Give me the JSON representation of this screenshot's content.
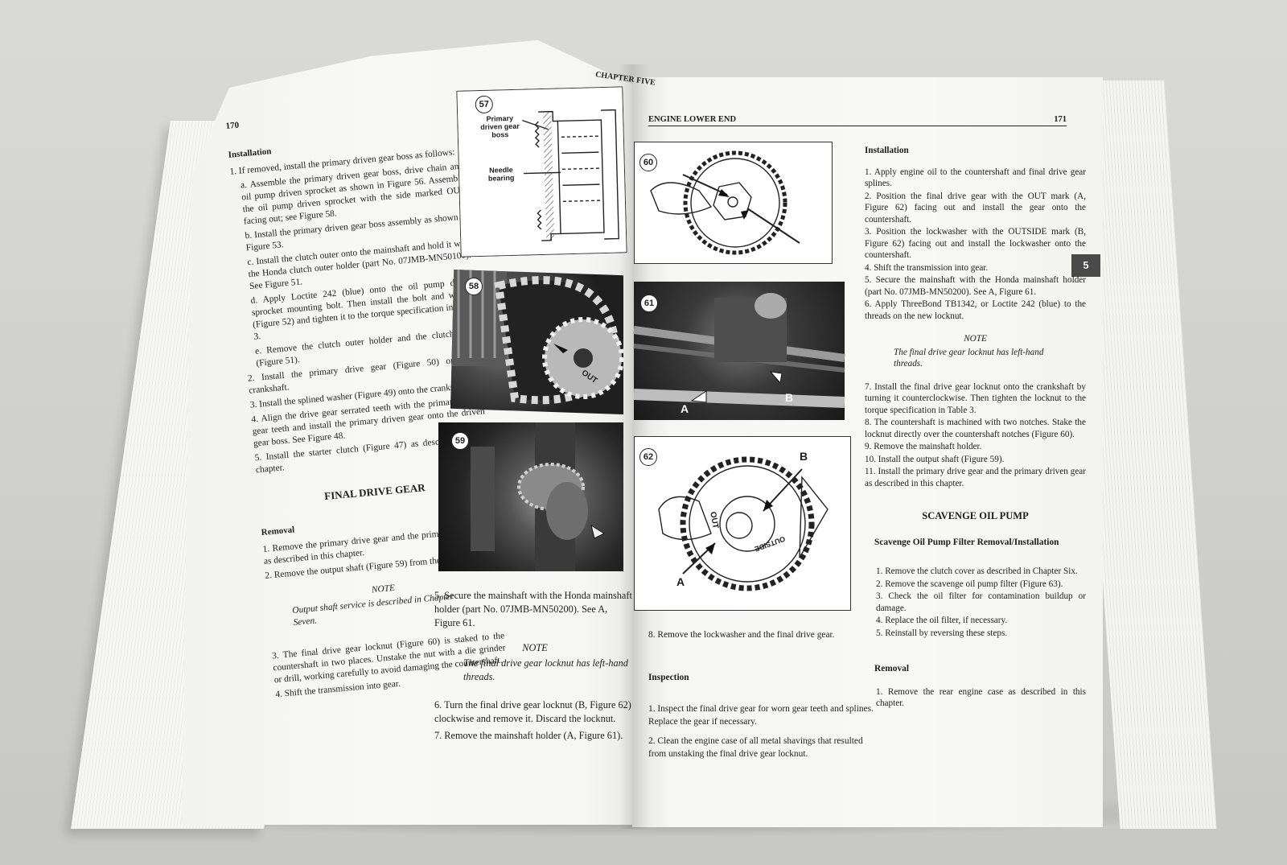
{
  "left_page": {
    "page_number": "170",
    "chapter_header": "CHAPTER FIVE",
    "installation_heading": "Installation",
    "steps_top": [
      "1. If removed, install the primary driven gear boss as follows:",
      "a. Assemble the primary driven gear boss, drive chain and oil pump driven sprocket as shown in Figure 56. Assemble the oil pump driven sprocket with the side marked OUT facing out; see Figure 58.",
      "b. Install the primary driven gear boss assembly as shown in Figure 53.",
      "c. Install the clutch outer onto the mainshaft and hold it with the Honda clutch outer holder (part No. 07JMB-MN50100). See Figure 51.",
      "d. Apply Loctite 242 (blue) onto the oil pump driven sprocket mounting bolt. Then install the bolt and washer (Figure 52) and tighten it to the torque specification in Table 3.",
      "e. Remove the clutch outer holder and the clutch outer (Figure 51).",
      "2. Install the primary drive gear (Figure 50) onto the crankshaft.",
      "3. Install the splined washer (Figure 49) onto the crankshaft.",
      "4. Align the drive gear serrated teeth with the primary driven gear teeth and install the primary driven gear onto the driven gear boss. See Figure 48.",
      "5. Install the starter clutch (Figure 47) as described in this chapter."
    ],
    "section_heading": "FINAL DRIVE GEAR",
    "removal_heading": "Removal",
    "removal_steps": [
      "1. Remove the primary drive gear and the primary driven gear as described in this chapter.",
      "2. Remove the output shaft (Figure 59) from the engine."
    ],
    "note_heading": "NOTE",
    "note_body": "Output shaft service is described in Chapter Seven.",
    "removal_steps_2": [
      "3. The final drive gear locknut (Figure 60) is staked to the countershaft in two places. Unstake the nut with a die grinder or drill, working carefully to avoid damaging the countershaft.",
      "4. Shift the transmission into gear."
    ],
    "figures": {
      "fig57": {
        "number": "57",
        "label_top": "Primary driven gear boss",
        "label_bottom": "Needle bearing"
      },
      "fig58": {
        "number": "58",
        "stamp": "OUT"
      },
      "fig59": {
        "number": "59"
      }
    },
    "col2": {
      "step5": "5. Secure the mainshaft with the Honda mainshaft holder (part No. 07JMB-MN50200). See A, Figure 61.",
      "note_heading": "NOTE",
      "note_body": "The final drive gear locknut has left-hand threads.",
      "step6": "6. Turn the final drive gear locknut (B, Figure 62) clockwise and remove it. Discard the locknut.",
      "step7": "7. Remove the mainshaft holder (A, Figure 61)."
    }
  },
  "right_page": {
    "header_title": "ENGINE LOWER END",
    "page_number": "171",
    "chapter_tab": "5",
    "figures": {
      "fig60": {
        "number": "60"
      },
      "fig61": {
        "number": "61",
        "label_a": "A",
        "label_b": "B"
      },
      "fig62": {
        "number": "62",
        "label_a": "A",
        "label_b": "B",
        "stamp_out": "OUT",
        "stamp_outside": "OUTSIDE"
      }
    },
    "step8": "8. Remove the lockwasher and the final drive gear.",
    "inspection_heading": "Inspection",
    "inspection_steps": [
      "1. Inspect the final drive gear for worn gear teeth and splines. Replace the gear if necessary.",
      "2. Clean the engine case of all metal shavings that resulted from unstaking the final drive gear locknut."
    ],
    "installation_heading": "Installation",
    "installation_steps": [
      "1. Apply engine oil to the countershaft and final drive gear splines.",
      "2. Position the final drive gear with the OUT mark (A, Figure 62) facing out and install the gear onto the countershaft.",
      "3. Position the lockwasher with the OUTSIDE mark (B, Figure 62) facing out and install the lockwasher onto the countershaft.",
      "4. Shift the transmission into gear.",
      "5. Secure the mainshaft with the Honda mainshaft holder (part No. 07JMB-MN50200). See A, Figure 61.",
      "6. Apply ThreeBond TB1342, or Loctite 242 (blue) to the threads on the new locknut."
    ],
    "note_heading": "NOTE",
    "note_body": "The final drive gear locknut has left-hand threads.",
    "installation_steps_2": [
      "7. Install the final drive gear locknut onto the crankshaft by turning it counterclockwise. Then tighten the locknut to the torque specification in Table 3.",
      "8. The countershaft is machined with two notches. Stake the locknut directly over the countershaft notches (Figure 60).",
      "9. Remove the mainshaft holder.",
      "10. Install the output shaft (Figure 59).",
      "11. Install the primary drive gear and the primary driven gear as described in this chapter."
    ],
    "section_heading": "SCAVENGE OIL PUMP",
    "filter_heading": "Scavenge Oil Pump Filter Removal/Installation",
    "filter_steps": [
      "1. Remove the clutch cover as described in Chapter Six.",
      "2. Remove the scavenge oil pump filter (Figure 63).",
      "3. Check the oil filter for contamination buildup or damage.",
      "4. Replace the oil filter, if necessary.",
      "5. Reinstall by reversing these steps."
    ],
    "removal_heading": "Removal",
    "removal_steps": [
      "1. Remove the rear engine case as described in this chapter."
    ]
  },
  "colors": {
    "ink": "#1d1d1f",
    "paper": "#f7f7f4",
    "background": "#d3d3cf",
    "tab": "#4a4a4a"
  }
}
